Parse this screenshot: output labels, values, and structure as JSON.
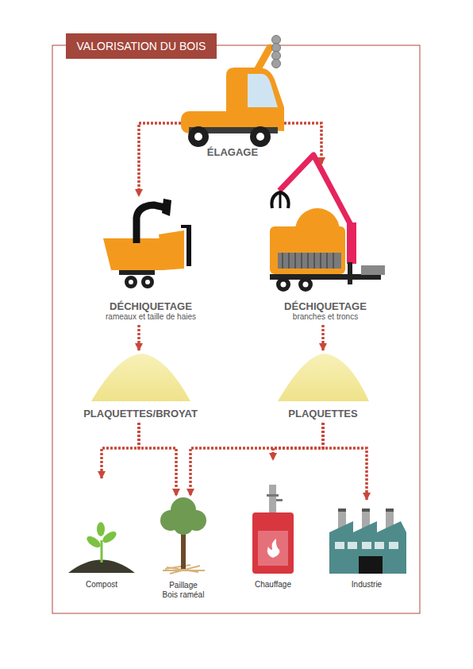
{
  "diagram": {
    "title": "VALORISATION DU BOIS",
    "nodes": [
      {
        "text": [
          "ÉLAGAGE"
        ]
      },
      {
        "text": [
          "DÉCHIQUETAGE",
          "rameaux et taille de haies"
        ]
      },
      {
        "text": [
          "DÉCHIQUETAGE",
          "branches et troncs"
        ]
      },
      {
        "text": [
          "PLAQUETTES/BROYAT"
        ]
      },
      {
        "text": [
          "PLAQUETTES"
        ]
      },
      {
        "text": [
          "Compost"
        ]
      },
      {
        "text": [
          "Paillage Bois raméal"
        ]
      },
      {
        "text": [
          "Chauffage"
        ]
      },
      {
        "text": [
          "Industrie"
        ]
      }
    ],
    "edges": [
      {
        "from": 0,
        "to": 1,
        "arrow": "to"
      },
      {
        "from": 0,
        "to": 2,
        "arrow": "to"
      },
      {
        "from": 1,
        "to": 3,
        "arrow": "to"
      },
      {
        "from": 2,
        "to": 4,
        "arrow": "to"
      },
      {
        "from": 3,
        "to": 5,
        "arrow": "to"
      },
      {
        "from": 3,
        "to": 6,
        "arrow": "to"
      },
      {
        "from": 4,
        "to": 6,
        "arrow": "to"
      },
      {
        "from": 4,
        "to": 7,
        "arrow": "to"
      },
      {
        "from": 4,
        "to": 8,
        "arrow": "to"
      }
    ]
  }
}
